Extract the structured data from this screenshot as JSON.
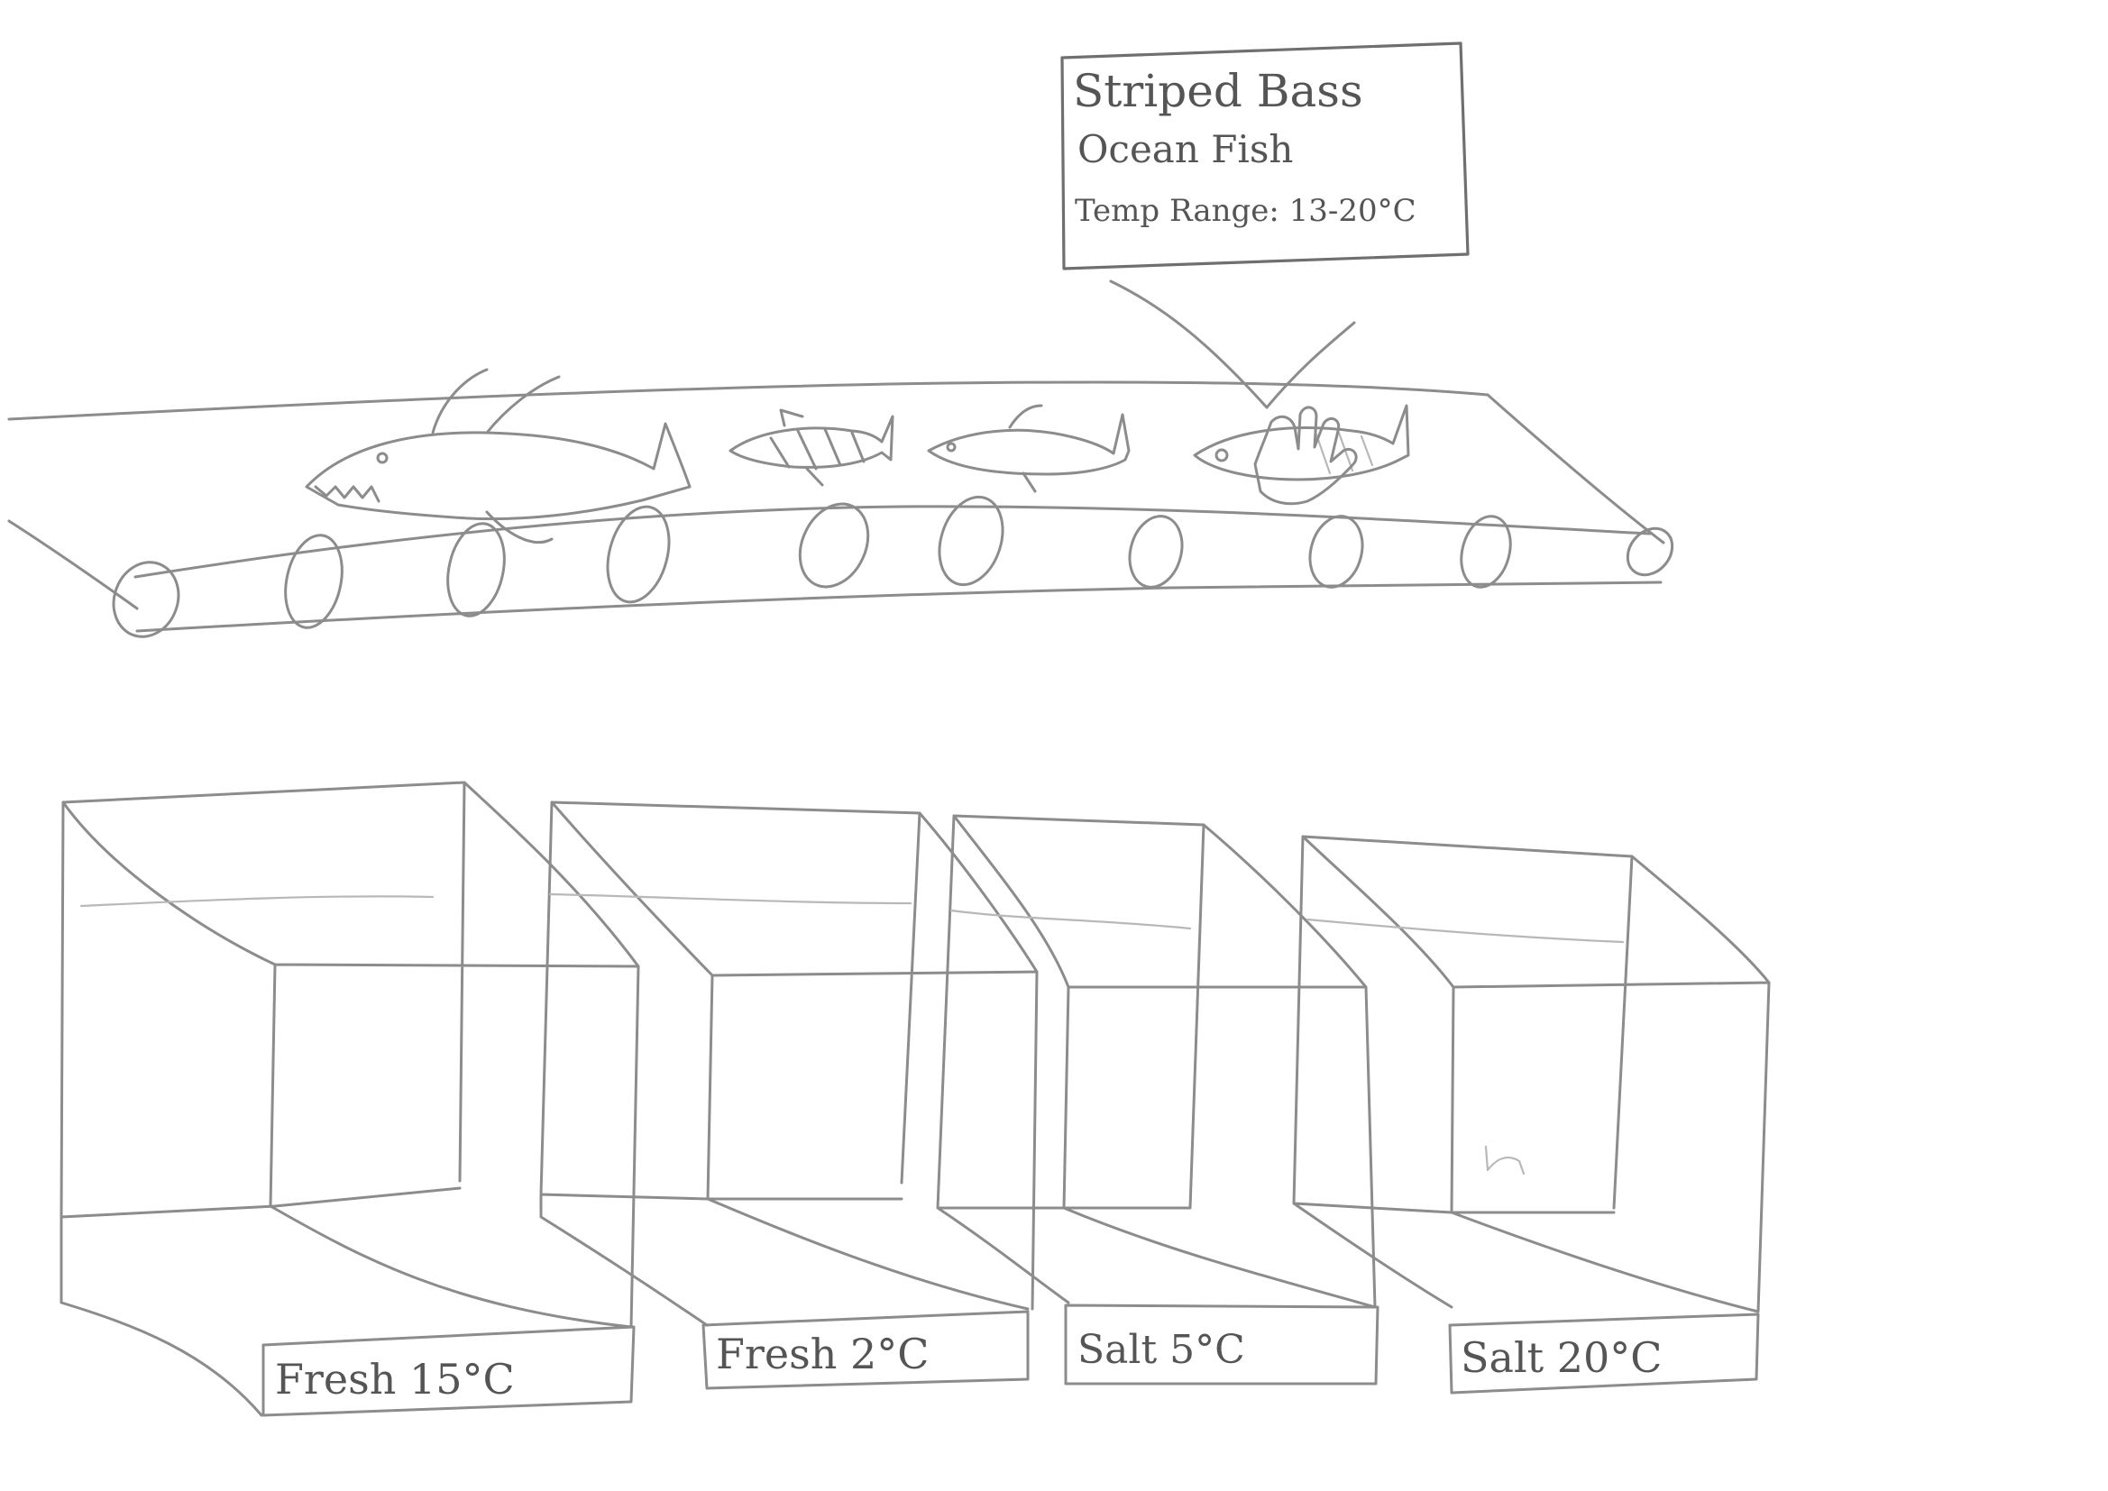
{
  "info_card": {
    "name": "Striped Bass",
    "type": "Ocean Fish",
    "temp_range": "Temp Range: 13-20°C"
  },
  "conveyor": {
    "fish": [
      {
        "kind": "shark"
      },
      {
        "kind": "striped-fish"
      },
      {
        "kind": "salmon"
      },
      {
        "kind": "striped-bass"
      }
    ]
  },
  "tanks": [
    {
      "label": "Fresh 15°C"
    },
    {
      "label": "Fresh 2°C"
    },
    {
      "label": "Salt 5°C"
    },
    {
      "label": "Salt 20°C"
    }
  ],
  "icons": {
    "hand": "hand-icon"
  },
  "colors": {
    "pencil": "#8c8c8c",
    "paper": "#ffffff"
  }
}
